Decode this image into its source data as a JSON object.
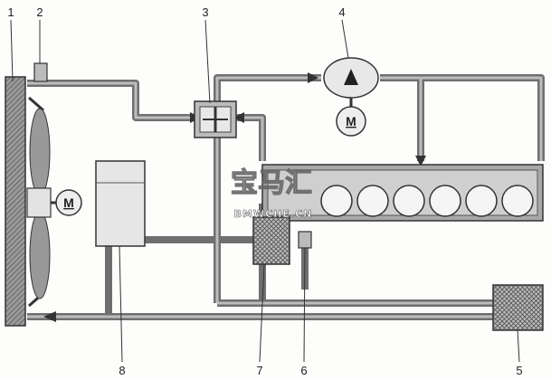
{
  "callouts": [
    "1",
    "2",
    "3",
    "4",
    "5",
    "6",
    "7",
    "8"
  ],
  "motor_label": "M",
  "watermark": {
    "text": "宝马汇",
    "url": "BMWCHE.CN"
  },
  "colors": {
    "pipe": "#6f6f6f",
    "pipe_core": "#b8b8b8",
    "radiator": "#8a8a8a",
    "component_fill": "#e4e4e4",
    "outline": "#333333"
  }
}
